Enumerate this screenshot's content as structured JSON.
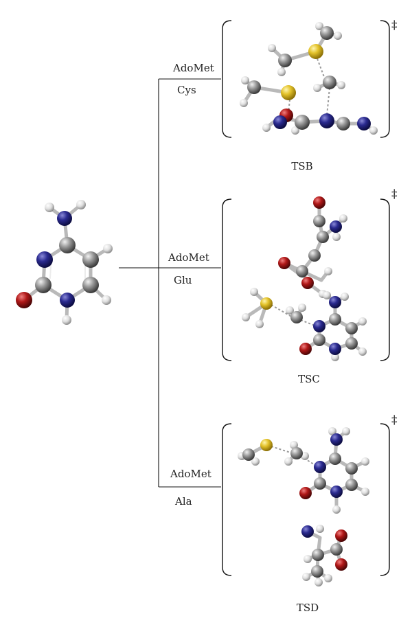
{
  "reactions": [
    {
      "name": "cys",
      "reagent": "AdoMet",
      "residue": "Cys",
      "ts": "TSB",
      "mark": "‡"
    },
    {
      "name": "glu",
      "reagent": "AdoMet",
      "residue": "Glu",
      "ts": "TSC",
      "mark": "‡"
    },
    {
      "name": "ala",
      "reagent": "AdoMet",
      "residue": "Ala",
      "ts": "TSD",
      "mark": "‡"
    }
  ],
  "colors": {
    "carbon": "#8a8a8a",
    "nitrogen": "#2a2a8f",
    "oxygen": "#b01818",
    "sulfur": "#e3c22a",
    "hydrogen": "#e8e8e8",
    "bond": "#b9b9b9"
  }
}
